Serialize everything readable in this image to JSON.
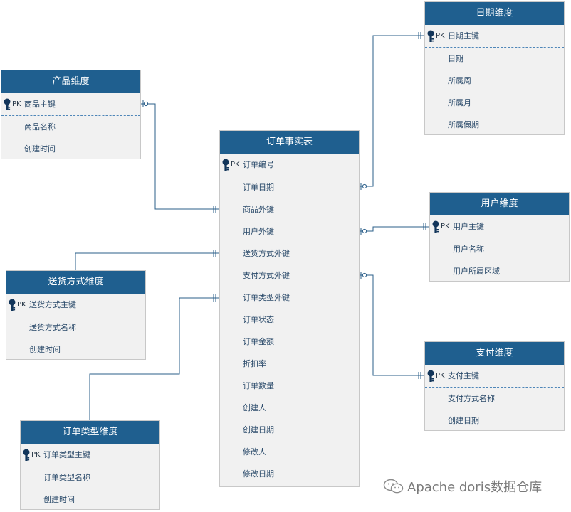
{
  "pk_label": "PK",
  "colors": {
    "header": "#1f5f8f",
    "line": "#2b5f8a",
    "body": "#f1f1f1"
  },
  "entities": {
    "product": {
      "title": "产品维度",
      "pk": "商品主键",
      "fields": [
        "商品名称",
        "创建时间"
      ]
    },
    "shipping": {
      "title": "送货方式维度",
      "pk": "送货方式主键",
      "fields": [
        "送货方式名称",
        "创建时间"
      ]
    },
    "ordertype": {
      "title": "订单类型维度",
      "pk": "订单类型主键",
      "fields": [
        "订单类型名称",
        "创建时间"
      ]
    },
    "fact": {
      "title": "订单事实表",
      "pk": "订单编号",
      "fields": [
        "订单日期",
        "商品外键",
        "用户外键",
        "送货方式外键",
        "支付方式外键",
        "订单类型外键",
        "订单状态",
        "订单金额",
        "折扣率",
        "订单数量",
        "创建人",
        "创建日期",
        "修改人",
        "修改日期"
      ]
    },
    "date": {
      "title": "日期维度",
      "pk": "日期主键",
      "fields": [
        "日期",
        "所属周",
        "所属月",
        "所属假期"
      ]
    },
    "user": {
      "title": "用户维度",
      "pk": "用户主键",
      "fields": [
        "用户名称",
        "用户所属区域"
      ]
    },
    "payment": {
      "title": "支付维度",
      "pk": "支付主键",
      "fields": [
        "支付方式名称",
        "创建日期"
      ]
    }
  },
  "watermark": "Apache doris数据仓库"
}
